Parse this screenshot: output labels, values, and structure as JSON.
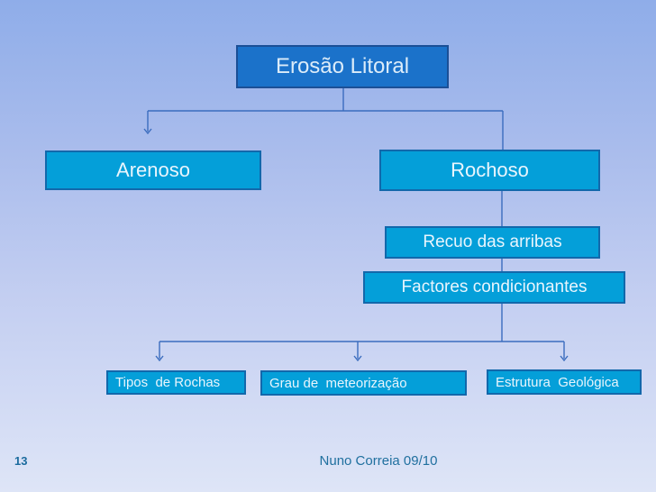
{
  "slide": {
    "page_number": "13",
    "footer_text": "Nuno Correia 09/10"
  },
  "diagram": {
    "title": {
      "label": "Erosão Litoral"
    },
    "level1": [
      {
        "label": "Arenoso"
      },
      {
        "label": "Rochoso"
      }
    ],
    "chain": [
      {
        "label": "Recuo das arribas"
      },
      {
        "label": "Factores condicionantes"
      }
    ],
    "factors": [
      {
        "label": "Tipos  de Rochas"
      },
      {
        "label": "Grau de  meteorização"
      },
      {
        "label": "Estrutura  Geológica"
      }
    ]
  },
  "colors": {
    "background_top": "#8fade9",
    "background_bottom": "#dee5f7",
    "title_fill": "#1b72ca",
    "title_border": "#1b4f96",
    "node_fill": "#049fd9",
    "node_border": "#1268ab",
    "node_text": "#e9f5fd",
    "connector": "#3b6cbe",
    "footer_text": "#20709f"
  }
}
